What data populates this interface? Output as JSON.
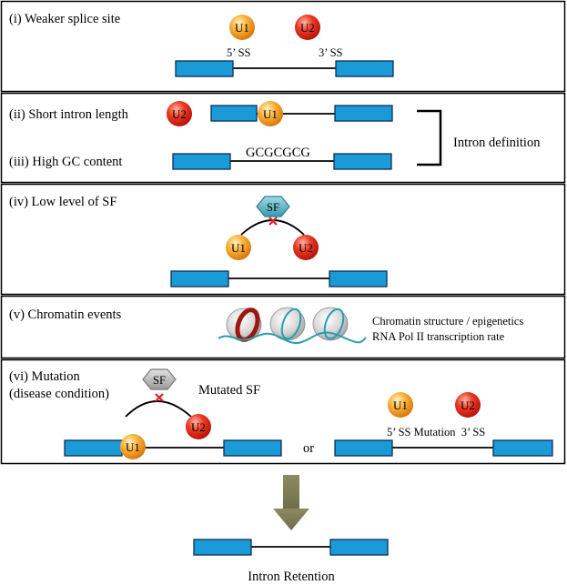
{
  "panels": {
    "p1": {
      "title": "(i) Weaker splice site",
      "u1": "U1",
      "u2": "U2",
      "ss5": "5’ SS",
      "ss3": "3’ SS"
    },
    "p2": {
      "title": "(ii) Short intron length",
      "u2": "U2",
      "u1": "U1"
    },
    "p3": {
      "title": "(iii) High GC content",
      "seq": "GCGCGCG"
    },
    "intron_definition": "Intron definition",
    "p4": {
      "title": "(iv) Low level of SF",
      "sf": "SF",
      "u1": "U1",
      "u2": "U2"
    },
    "p5": {
      "title": "(v) Chromatin events",
      "line1": "Chromatin structure / epigenetics",
      "line2": "RNA Pol II transcription rate"
    },
    "p6": {
      "title_line1": "(vi) Mutation",
      "title_line2": "(disease condition)",
      "sf": "SF",
      "mutated_sf": "Mutated SF",
      "u1": "U1",
      "u2": "U2",
      "or": "or",
      "right_u1": "U1",
      "right_u2": "U2",
      "right_label": "5’ SS Mutation  3’ SS"
    }
  },
  "result": "Intron Retention",
  "colors": {
    "exon": "#1a9ad7",
    "u1_orange": "#f39a1c",
    "u2_red": "#e0271d",
    "sf_teal": "#4fb3c5",
    "sf_gray": "#a8a8a8",
    "arrow": "#7f7c58",
    "block_x": "#e02020"
  }
}
